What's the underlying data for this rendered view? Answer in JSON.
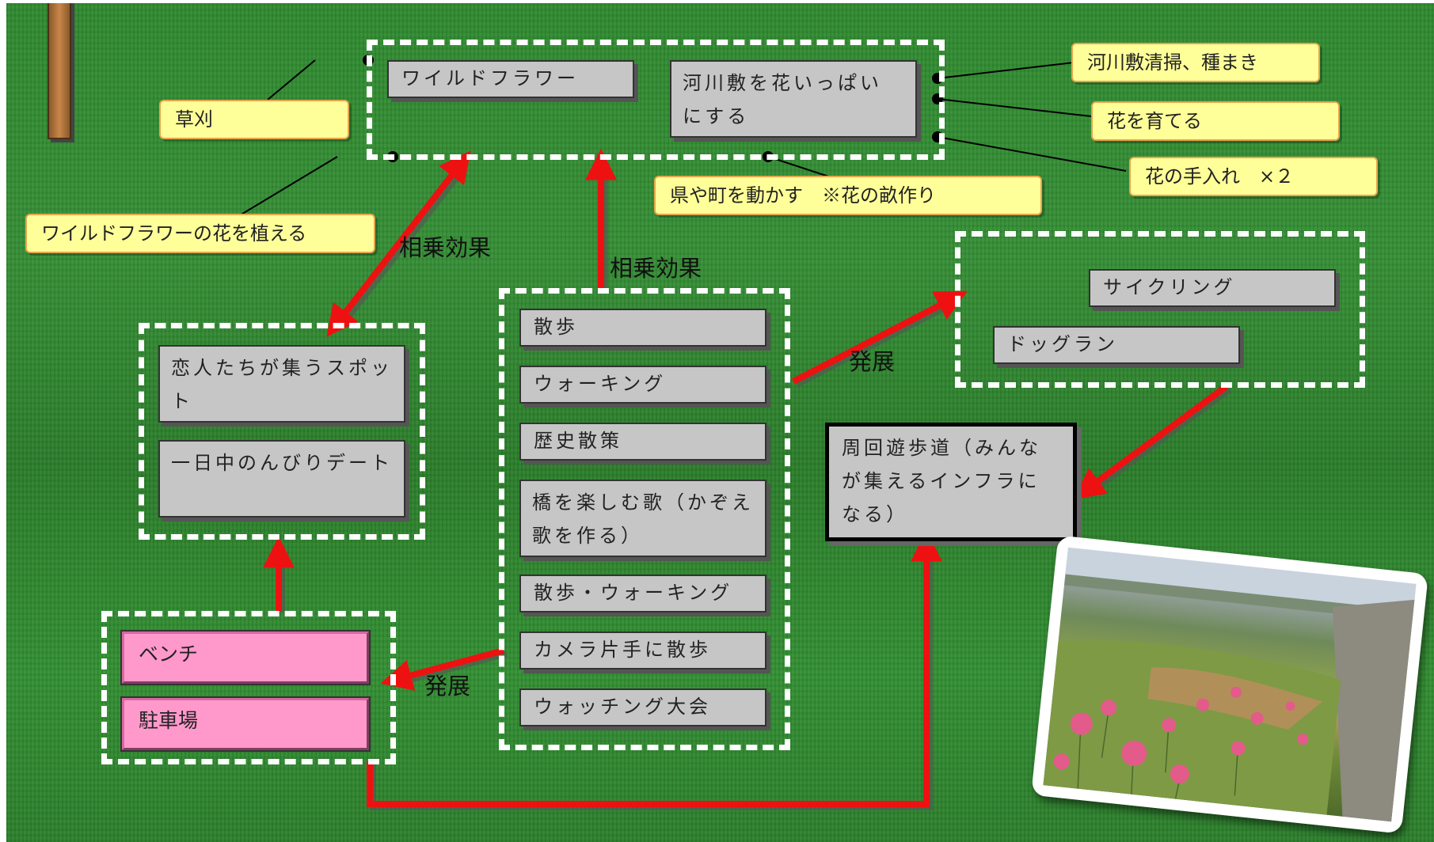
{
  "top_group": {
    "wildflower": "ワイルドフラワー",
    "riverbank": "河川敷を花いっぱいにする"
  },
  "callouts": {
    "kusakari": "草刈",
    "plant_flowers": "ワイルドフラワーの花を植える",
    "cleanup": "河川敷清掃、種まき",
    "grow": "花を育てる",
    "care": "花の手入れ　×２",
    "prefecture": "県や町を動かす　※花の畝作り"
  },
  "labels": {
    "synergy_left": "相乗効果",
    "synergy_center": "相乗効果",
    "develop_right": "発展",
    "develop_left": "発展"
  },
  "left_group": {
    "lovers": "恋人たちが集うスポット",
    "date": "一日中のんびりデート"
  },
  "center_group": {
    "items": [
      "散歩",
      "ウォーキング",
      "歴史散策",
      "橋を楽しむ歌（かぞえ歌を作る）",
      "散歩・ウォーキング",
      "カメラ片手に散歩",
      "ウォッチング大会"
    ]
  },
  "right_group": {
    "cycling": "サイクリング",
    "dogrun": "ドッグラン"
  },
  "loop_path": "周回遊歩道（みんなが集えるインフラになる）",
  "facilities": {
    "bench": "ベンチ",
    "parking": "駐車場"
  },
  "colors": {
    "grass": "#2f8a2f",
    "arrow": "#ee1111",
    "callout_fill": "#ffff99",
    "box_fill": "#c6c6c6",
    "facility_fill": "#ff99cc"
  },
  "photo": {
    "subject": "riverbank-flowers-photo"
  }
}
